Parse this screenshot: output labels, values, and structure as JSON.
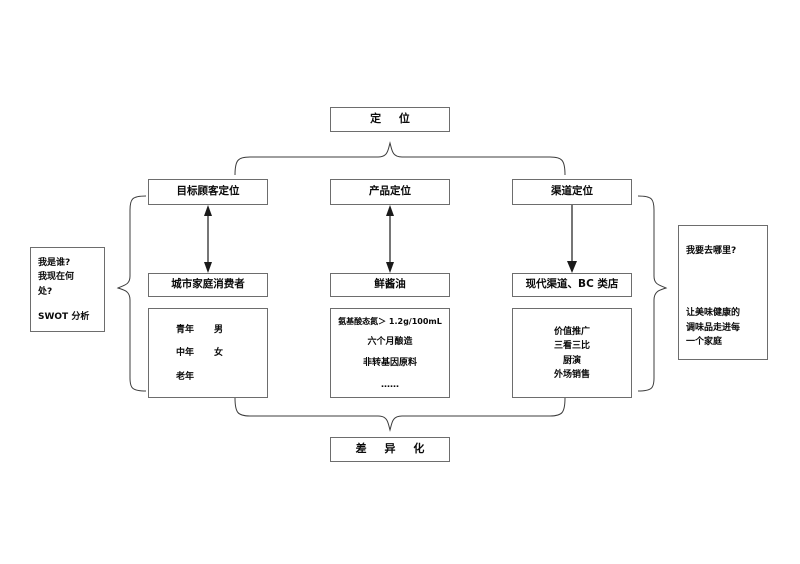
{
  "diagram": {
    "top": {
      "label": "定 位"
    },
    "bottom": {
      "label": "差 异 化"
    },
    "columns": [
      {
        "header": "目标顾客定位",
        "subject": "城市家庭消费者",
        "details": [
          "青年    男",
          "中年    女",
          "老年"
        ],
        "detail_pairs": [
          {
            "left": "青年",
            "right": "男"
          },
          {
            "left": "中年",
            "right": "女"
          },
          {
            "left": "老年",
            "right": ""
          }
        ],
        "arrow": "double"
      },
      {
        "header": "产品定位",
        "subject": "鲜酱油",
        "details": [
          "氨基酸态氮＞ 1.2g/100mL",
          "六个月酿造",
          "非转基因原料",
          "……"
        ],
        "arrow": "double"
      },
      {
        "header": "渠道定位",
        "subject": "现代渠道、BC 类店",
        "details": [
          "价值推广",
          "三看三比",
          "厨演",
          "外场销售"
        ],
        "arrow": "down"
      }
    ],
    "left_note": {
      "lines": [
        "我是谁?",
        "我现在何",
        "处?"
      ],
      "footer": "SWOT 分析"
    },
    "right_note": {
      "question": "我要去哪里?",
      "answer_lines": [
        "让美味健康的",
        "调味品走进每",
        "一个家庭"
      ],
      "arrow": "down-arrow-icon"
    },
    "colors": {
      "box_border": "#6d6d6d",
      "brace_stroke": "#3c3c3c",
      "arrow": "#1a1a1a",
      "text": "#0a0a0a",
      "background": "#ffffff"
    }
  }
}
